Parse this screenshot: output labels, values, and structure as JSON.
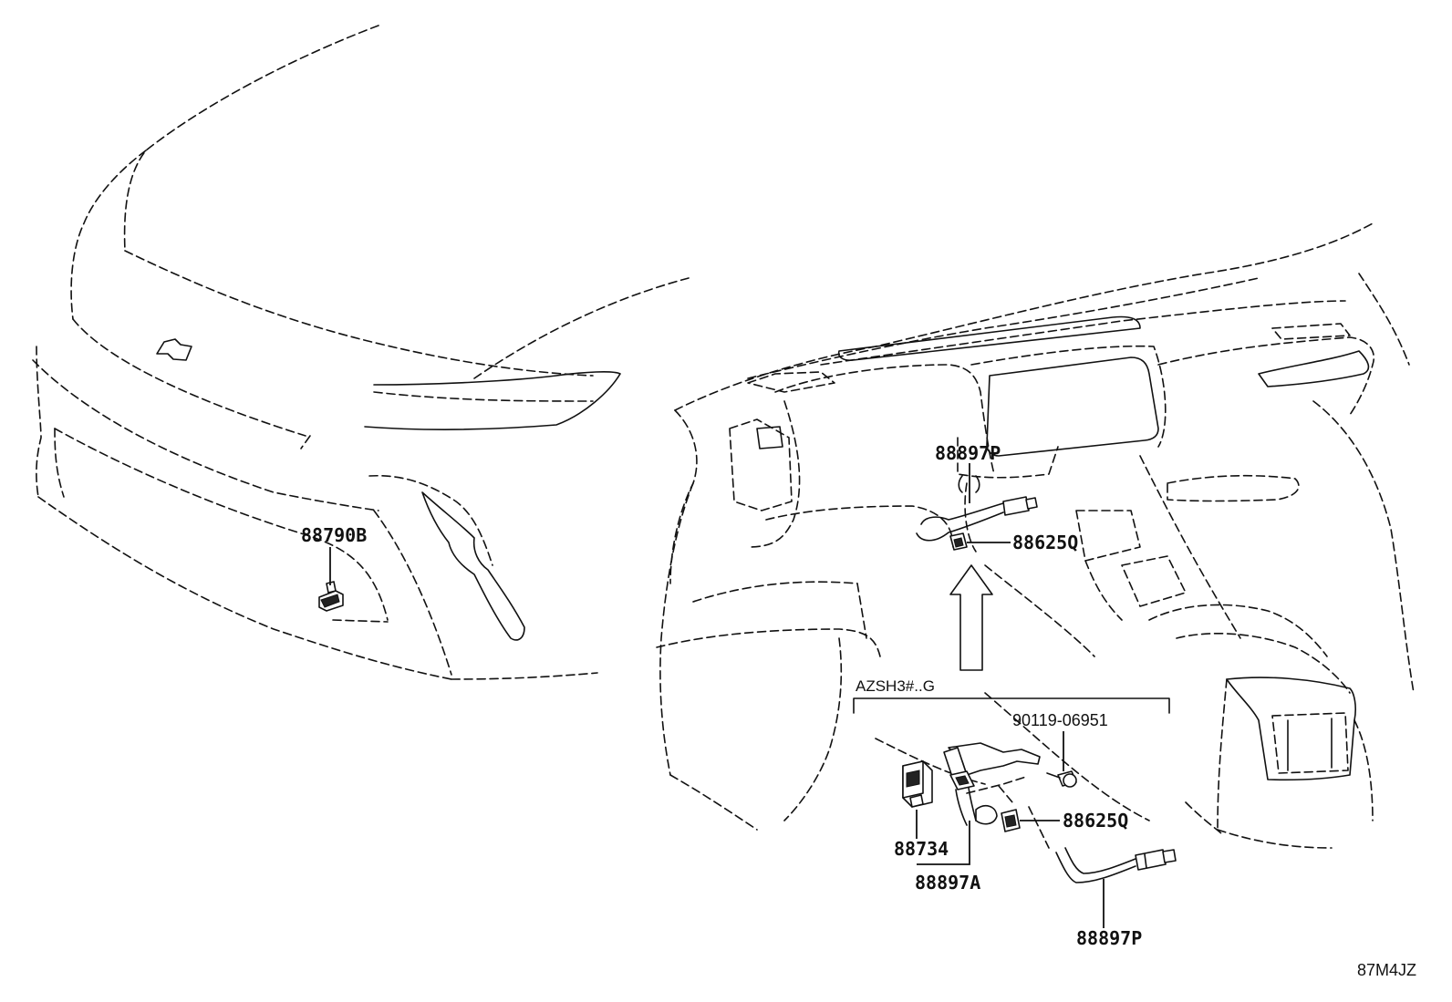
{
  "labels": {
    "front_sensor": "88790B",
    "harness_top": "88897P",
    "clamp_top": "88625Q",
    "group_title": "AZSH3#..G",
    "bolt": "90119-06951",
    "clamp_detail": "88625Q",
    "sensor_detail": "88734",
    "assembly": "88897A",
    "harness_detail": "88897P"
  },
  "figure_code": "87M4JZ"
}
